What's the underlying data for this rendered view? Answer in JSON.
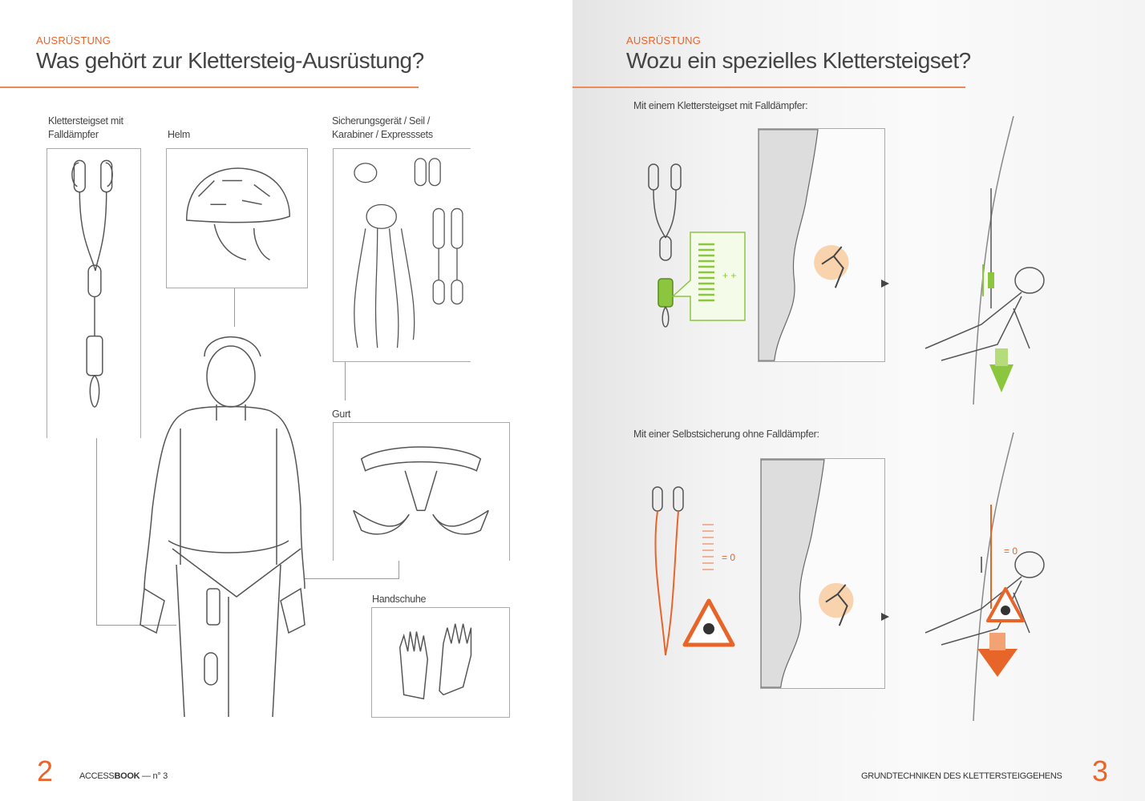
{
  "left_page": {
    "kicker": "AUSRÜSTUNG",
    "title": "Was gehört zur Klettersteig-Ausrüstung?",
    "items": [
      {
        "label_line1": "Klettersteigset mit",
        "label_line2": "Falldämpfer"
      },
      {
        "label_line1": "Helm"
      },
      {
        "label_line1": "Sicherungsgerät / Seil /",
        "label_line2": "Karabiner / Expresssets"
      },
      {
        "label_line1": "Gurt"
      },
      {
        "label_line1": "Handschuhe"
      }
    ],
    "page_number": "2",
    "footer_prefix": "ACCESS",
    "footer_bold": "BOOK",
    "footer_suffix": " — n° 3"
  },
  "right_page": {
    "kicker": "AUSRÜSTUNG",
    "title": "Wozu ein spezielles Klettersteigset?",
    "section1": "Mit einem Klettersteigset mit Falldämpfer:",
    "section2": "Mit einer Selbstsicherung ohne Falldämpfer:",
    "footer": "GRUNDTECHNIKEN DES KLETTERSTEIGGEHENS",
    "page_number": "3",
    "colors": {
      "good": "#8cc63f",
      "bad": "#e8652a"
    }
  }
}
